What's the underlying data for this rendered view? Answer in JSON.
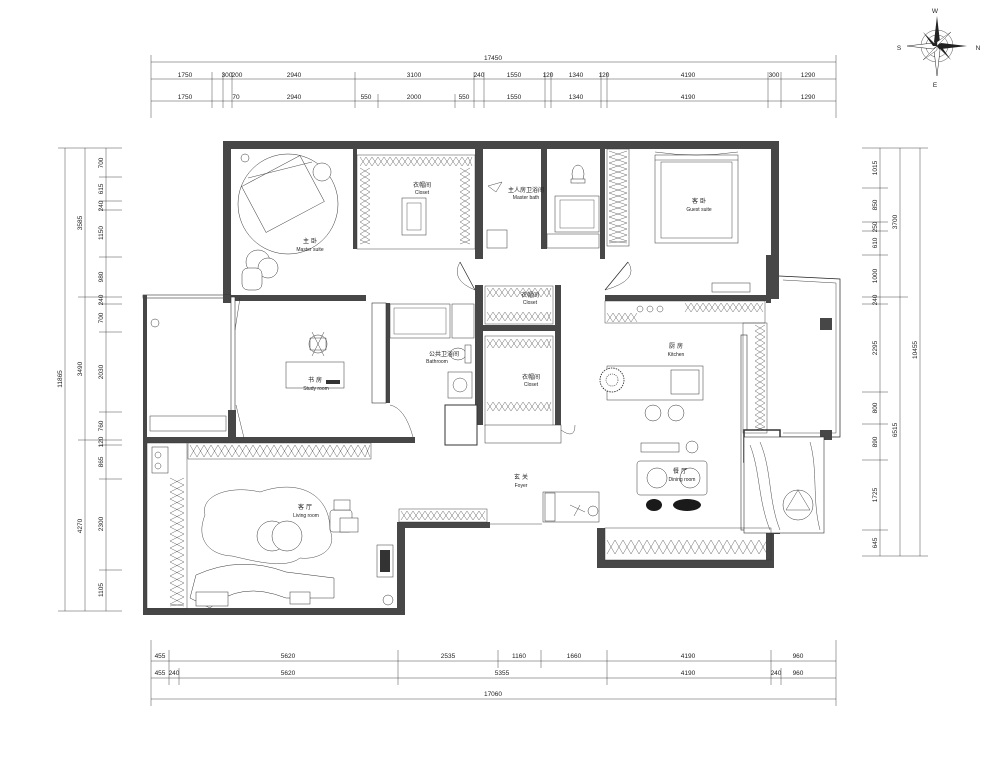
{
  "compass": {
    "north": "N",
    "east": "E",
    "south": "S",
    "west": "W"
  },
  "top_dims": {
    "overall": "17450",
    "row1": [
      "1750",
      "300",
      "200",
      "2940",
      "3100",
      "240",
      "1550",
      "120",
      "1340",
      "120",
      "4190",
      "300",
      "1290"
    ],
    "row2": [
      "1750",
      "70",
      "2940",
      "550",
      "2000",
      "550",
      "1550",
      "1340",
      "4190",
      "1290"
    ]
  },
  "bottom_dims": {
    "overall": "17060",
    "row1": [
      "455",
      "5620",
      "2535",
      "1160",
      "1660",
      "4190",
      "960"
    ],
    "row2": [
      "455",
      "240",
      "5620",
      "5355",
      "4190",
      "240",
      "960"
    ]
  },
  "left_dims": {
    "overall": "11865",
    "group": [
      "3585",
      "3490",
      "4270"
    ],
    "detail": [
      "700",
      "615",
      "240",
      "1150",
      "980",
      "240",
      "700",
      "2030",
      "760",
      "120",
      "865",
      "2300",
      "1105"
    ]
  },
  "right_dims": {
    "overall": "10455",
    "group": [
      "3700",
      "6515"
    ],
    "detail": [
      "1015",
      "850",
      "250",
      "610",
      "1000",
      "240",
      "2295",
      "800",
      "890",
      "1725",
      "645"
    ]
  },
  "rooms": {
    "master_suite": {
      "cn": "主 卧",
      "en": "Master suite"
    },
    "closet_master": {
      "cn": "衣帽间",
      "en": "Closet"
    },
    "master_bath": {
      "cn": "主人房卫浴间",
      "en": "Master bath"
    },
    "guest_suite": {
      "cn": "客 卧",
      "en": "Guest suite"
    },
    "closet_small_1": {
      "cn": "衣帽间",
      "en": "Closet"
    },
    "closet_small_2": {
      "cn": "衣帽间",
      "en": "Closet"
    },
    "bathroom": {
      "cn": "公共卫浴间",
      "en": "Bathroom"
    },
    "study": {
      "cn": "书 房",
      "en": "Study room"
    },
    "kitchen": {
      "cn": "厨 房",
      "en": "Kitchen"
    },
    "foyer": {
      "cn": "玄 关",
      "en": "Foyer"
    },
    "dining": {
      "cn": "餐 厅",
      "en": "Dining room"
    },
    "living": {
      "cn": "客 厅",
      "en": "Living room"
    }
  },
  "icons": [
    "north-compass-icon",
    "door-swing-icon",
    "bed-icon",
    "sofa-icon",
    "plant-icon"
  ]
}
